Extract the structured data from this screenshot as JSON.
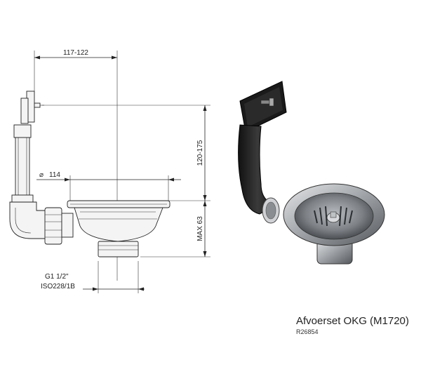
{
  "dimensions": {
    "width_label": "117-122",
    "diameter_symbol": "⌀",
    "diameter_value": "114",
    "height_range_label": "120-175",
    "max_depth_label": "MAX  63",
    "thread_label": "G1 1/2\"",
    "thread_standard": "ISO228/1B"
  },
  "product": {
    "title": "Afvoerset OKG (M1720)",
    "code": "R26854"
  }
}
